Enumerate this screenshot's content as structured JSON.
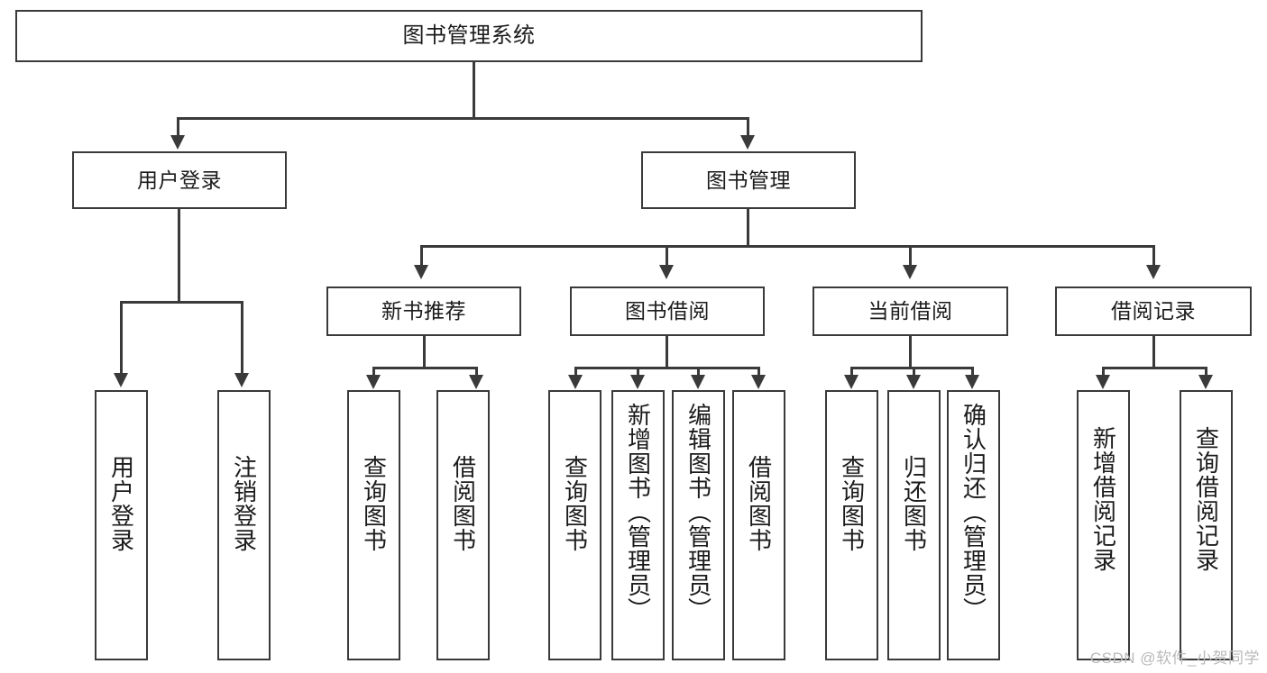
{
  "diagram": {
    "title": "图书管理系统",
    "type": "tree-hierarchy-chart",
    "watermark": "CSDN @软件_小贺同学",
    "colors": {
      "stroke": "#3a3a3a",
      "fill": "#ffffff",
      "text": "#1b1b1b",
      "watermark": "#b9b9b9"
    },
    "nodes": {
      "root": {
        "label": "图书管理系统"
      },
      "level2": [
        {
          "label": "用户登录"
        },
        {
          "label": "图书管理"
        }
      ],
      "level3": [
        {
          "label": "新书推荐"
        },
        {
          "label": "图书借阅"
        },
        {
          "label": "当前借阅"
        },
        {
          "label": "借阅记录"
        }
      ],
      "leaves_user_login": [
        {
          "label": "用户登录"
        },
        {
          "label": "注销登录"
        }
      ],
      "leaves_new_book": [
        {
          "label": "查询图书"
        },
        {
          "label": "借阅图书"
        }
      ],
      "leaves_borrow": [
        {
          "label": "查询图书"
        },
        {
          "label": "新增图书（管理员）"
        },
        {
          "label": "编辑图书（管理员）"
        },
        {
          "label": "借阅图书"
        }
      ],
      "leaves_current": [
        {
          "label": "查询图书"
        },
        {
          "label": "归还图书"
        },
        {
          "label": "确认归还（管理员）"
        }
      ],
      "leaves_record": [
        {
          "label": "新增借阅记录"
        },
        {
          "label": "查询借阅记录"
        }
      ]
    }
  }
}
